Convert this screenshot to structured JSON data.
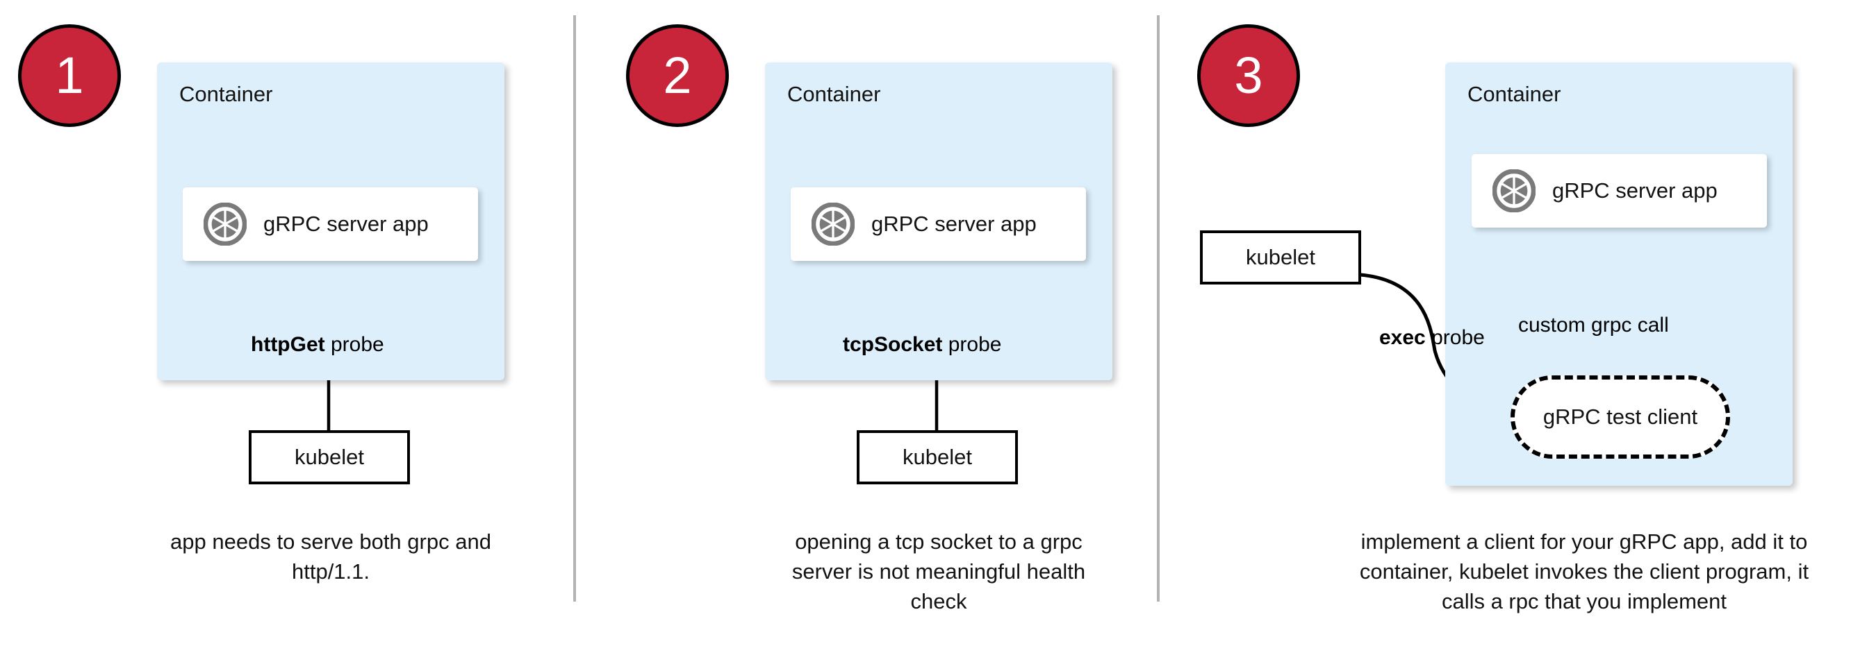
{
  "theme": {
    "badge_fill": "#c9253a",
    "badge_stroke": "#000000",
    "badge_text": "#ffffff",
    "container_fill": "#ddeffb",
    "card_fill": "#ffffff",
    "line": "#000000",
    "divider": "#b3b3b3",
    "icon_gray": "#7a7a7a",
    "page_bg": "#ffffff"
  },
  "panels": [
    {
      "badge": "1",
      "container_label": "Container",
      "app_label": "gRPC server app",
      "app_icon": "grpc-logo-icon",
      "probe_label_bold": "httpGet",
      "probe_label_rest": " probe",
      "source_box": "kubelet",
      "caption": "app needs to serve both grpc and http/1.1."
    },
    {
      "badge": "2",
      "container_label": "Container",
      "app_label": "gRPC server app",
      "app_icon": "grpc-logo-icon",
      "probe_label_bold": "tcpSocket",
      "probe_label_rest": " probe",
      "source_box": "kubelet",
      "caption": "opening a tcp socket to a grpc server is not meaningful health check"
    },
    {
      "badge": "3",
      "container_label": "Container",
      "app_label": "gRPC server app",
      "app_icon": "grpc-logo-icon",
      "probe_label_bold": "exec",
      "probe_label_rest": " probe",
      "source_box": "kubelet",
      "client_box": "gRPC test client",
      "call_label": "custom grpc call",
      "caption": "implement a client for your gRPC app, add it to container, kubelet invokes the client program, it calls a rpc that you implement"
    }
  ]
}
